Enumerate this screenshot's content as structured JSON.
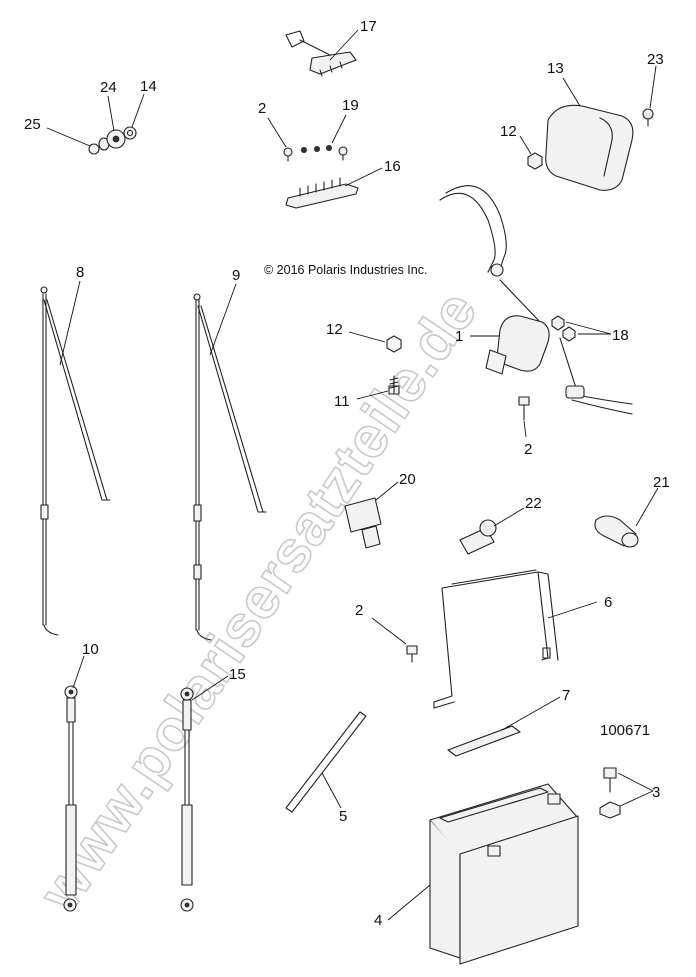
{
  "diagram": {
    "copyright": "© 2016 Polaris Industries Inc.",
    "document_number": "100671",
    "watermark": "www.polarisersatzteile.de",
    "callouts": {
      "c1": "1",
      "c2a": "2",
      "c2b": "2",
      "c2c": "2",
      "c3": "3",
      "c4": "4",
      "c5": "5",
      "c6": "6",
      "c7": "7",
      "c8": "8",
      "c9": "9",
      "c10": "10",
      "c11": "11",
      "c12a": "12",
      "c12b": "12",
      "c13": "13",
      "c14": "14",
      "c15": "15",
      "c16": "16",
      "c17": "17",
      "c18": "18",
      "c19": "19",
      "c20": "20",
      "c21": "21",
      "c22": "22",
      "c23": "23",
      "c24": "24",
      "c25": "25"
    }
  }
}
